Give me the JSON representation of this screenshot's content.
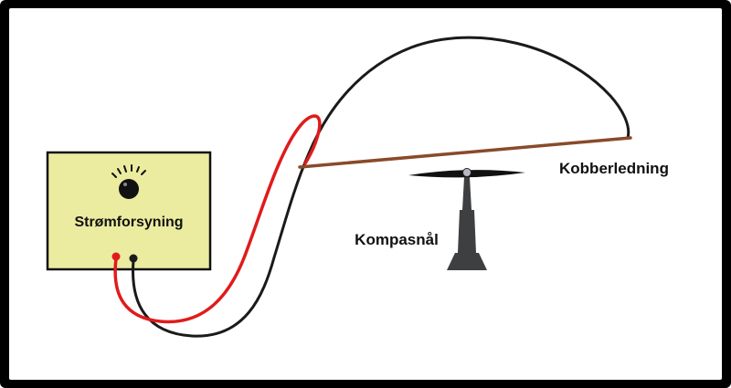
{
  "diagram": {
    "title": "Oersted experiment diagram",
    "labels": {
      "power_supply": "Strømforsyning",
      "copper_wire": "Kobberledning",
      "compass_needle": "Kompasnål"
    },
    "colors": {
      "frame": "#000000",
      "background": "#ffffff",
      "box_fill": "#ececa0",
      "box_border": "#111111",
      "red_wire": "#e01b1b",
      "black_wire": "#1a1a1a",
      "copper_wire": "#8a4a2a",
      "stand": "#3d3f41",
      "pivot": "#b8b8c4",
      "knob": "#111111"
    }
  }
}
